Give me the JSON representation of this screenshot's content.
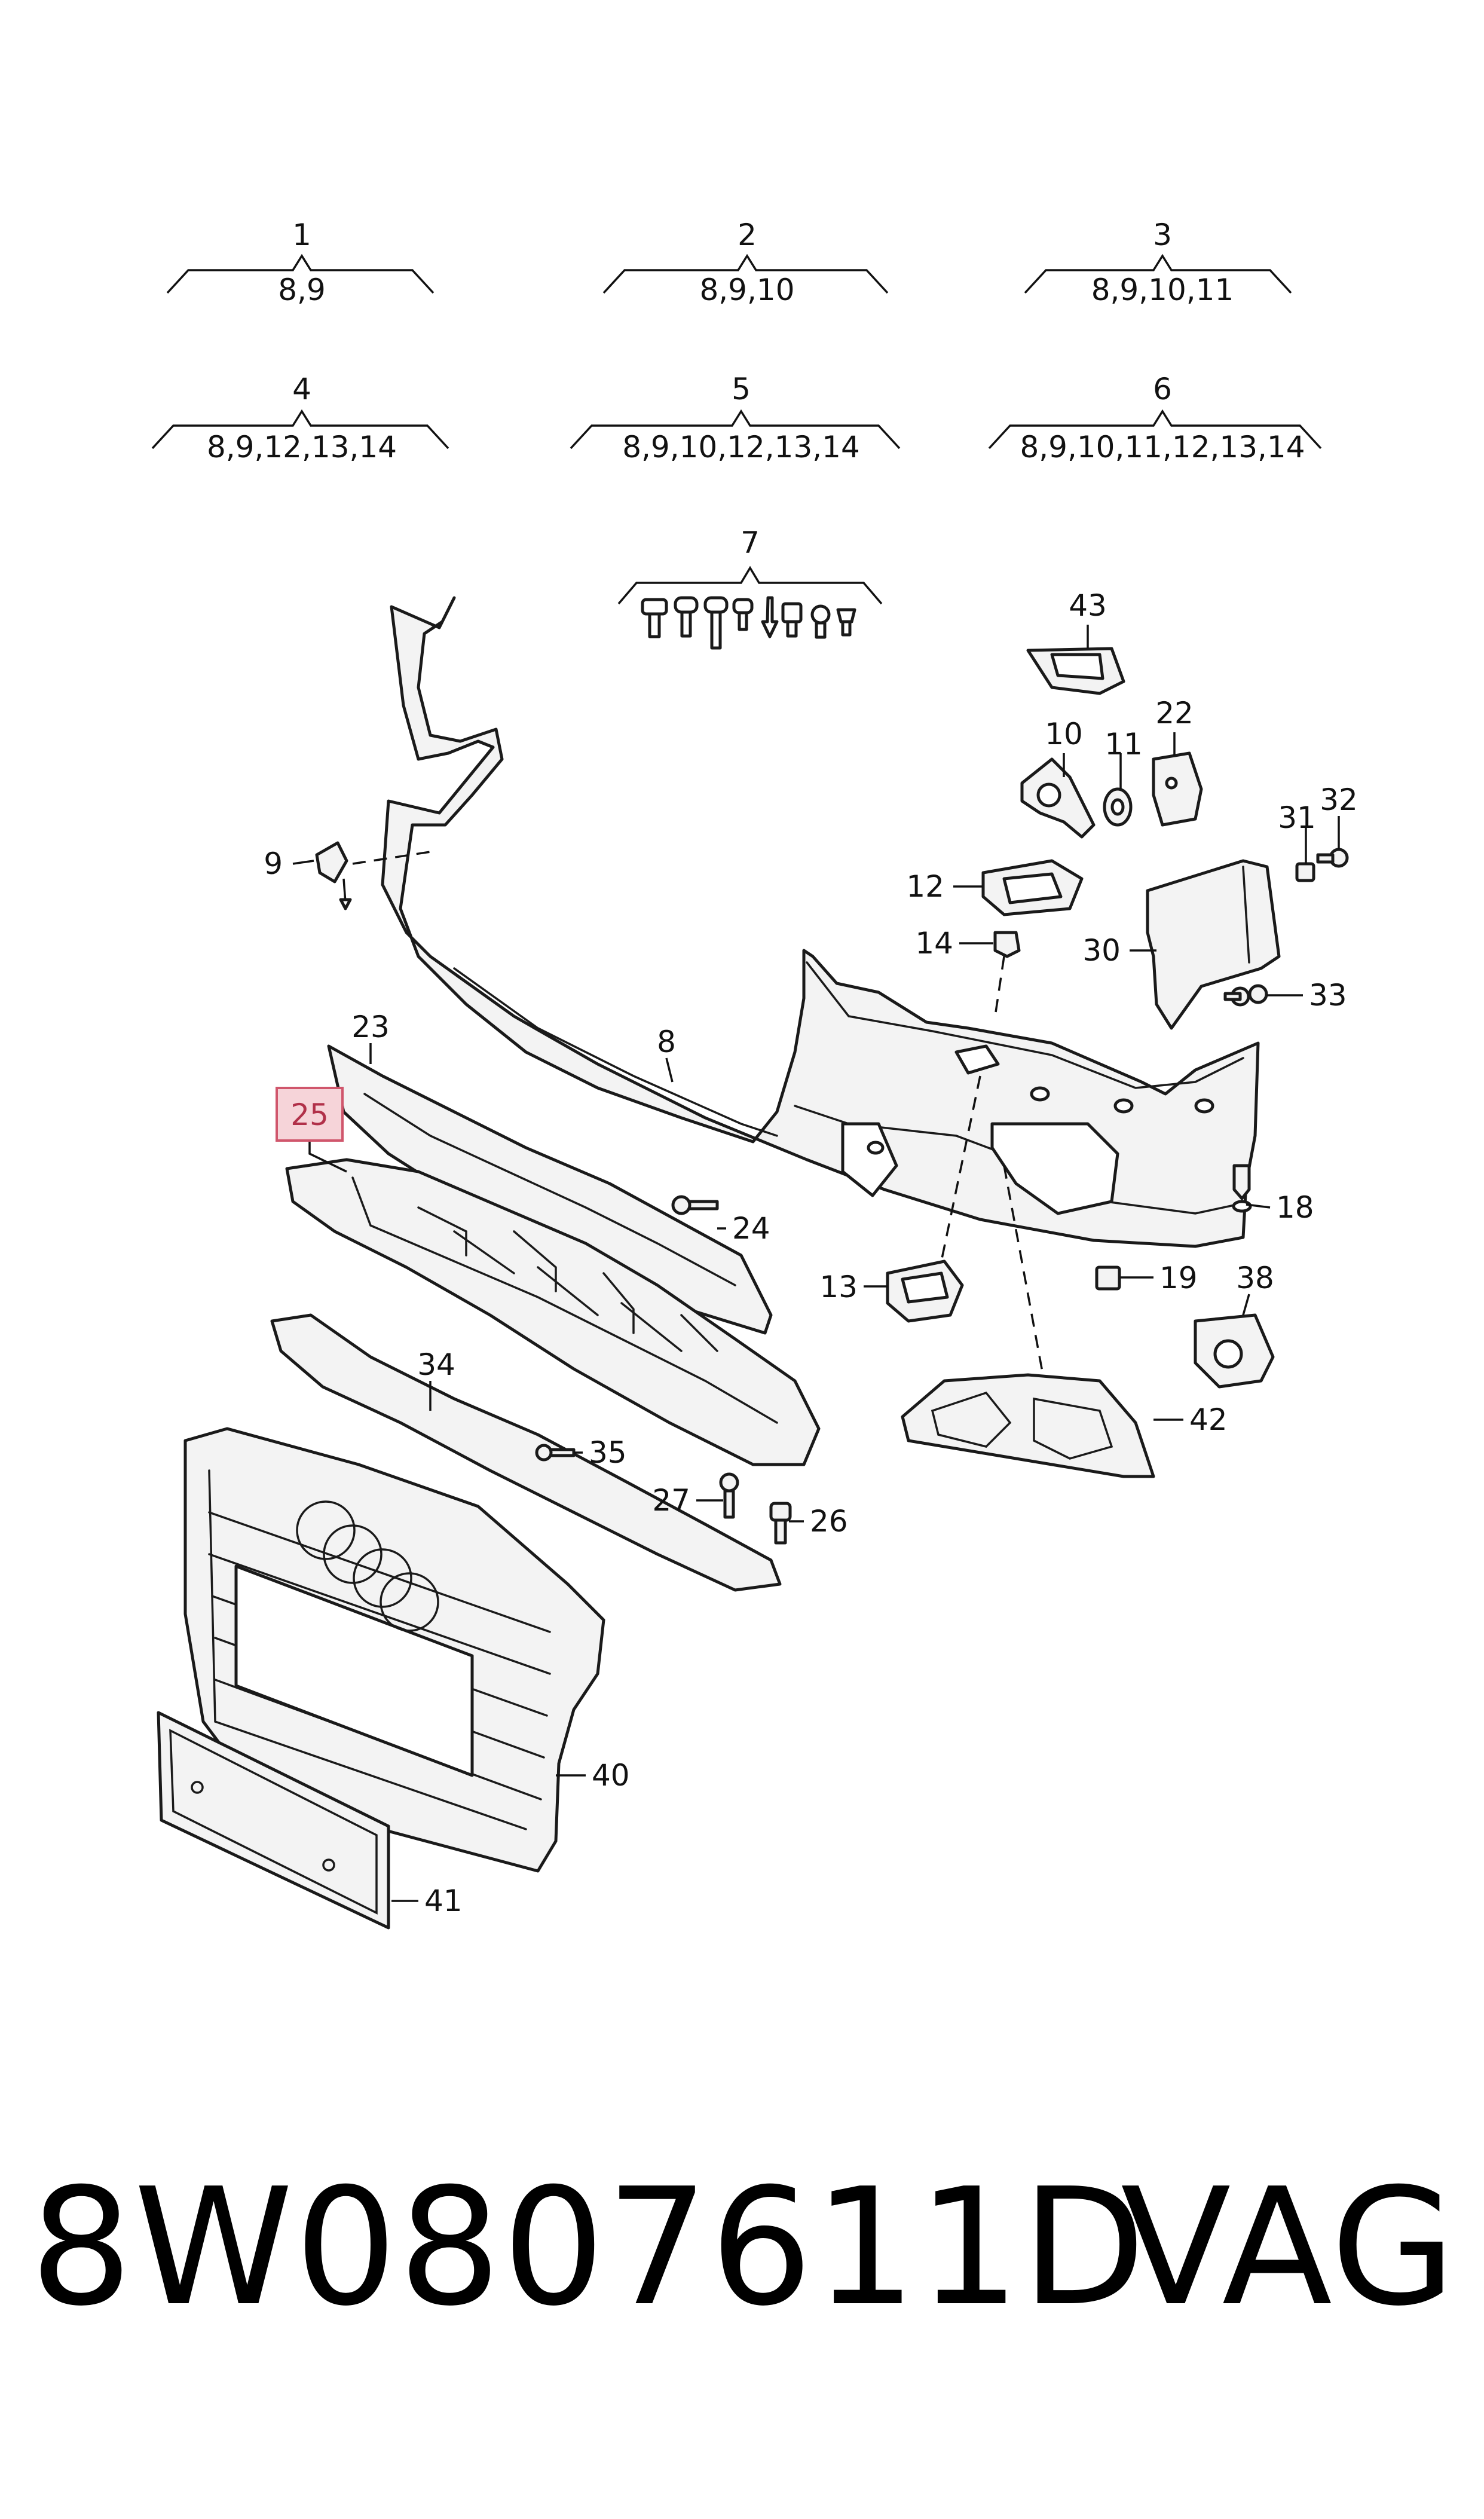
{
  "kits": [
    {
      "number": "1",
      "contents": "8,9"
    },
    {
      "number": "2",
      "contents": "8,9,10"
    },
    {
      "number": "3",
      "contents": "8,9,10,11"
    },
    {
      "number": "4",
      "contents": "8,9,12,13,14"
    },
    {
      "number": "5",
      "contents": "8,9,10,12,13,14"
    },
    {
      "number": "6",
      "contents": "8,9,10,11,12,13,14"
    }
  ],
  "kit7_label": "7",
  "callouts": [
    "9",
    "43",
    "10",
    "11",
    "22",
    "12",
    "14",
    "31",
    "32",
    "30",
    "33",
    "23",
    "8",
    "24",
    "18",
    "13",
    "19",
    "38",
    "34",
    "35",
    "27",
    "26",
    "42",
    "40",
    "41"
  ],
  "highlighted_part": "25",
  "highlight_color": "#f6d4d9",
  "part_number": "8W0807611D",
  "brand": "VAG"
}
